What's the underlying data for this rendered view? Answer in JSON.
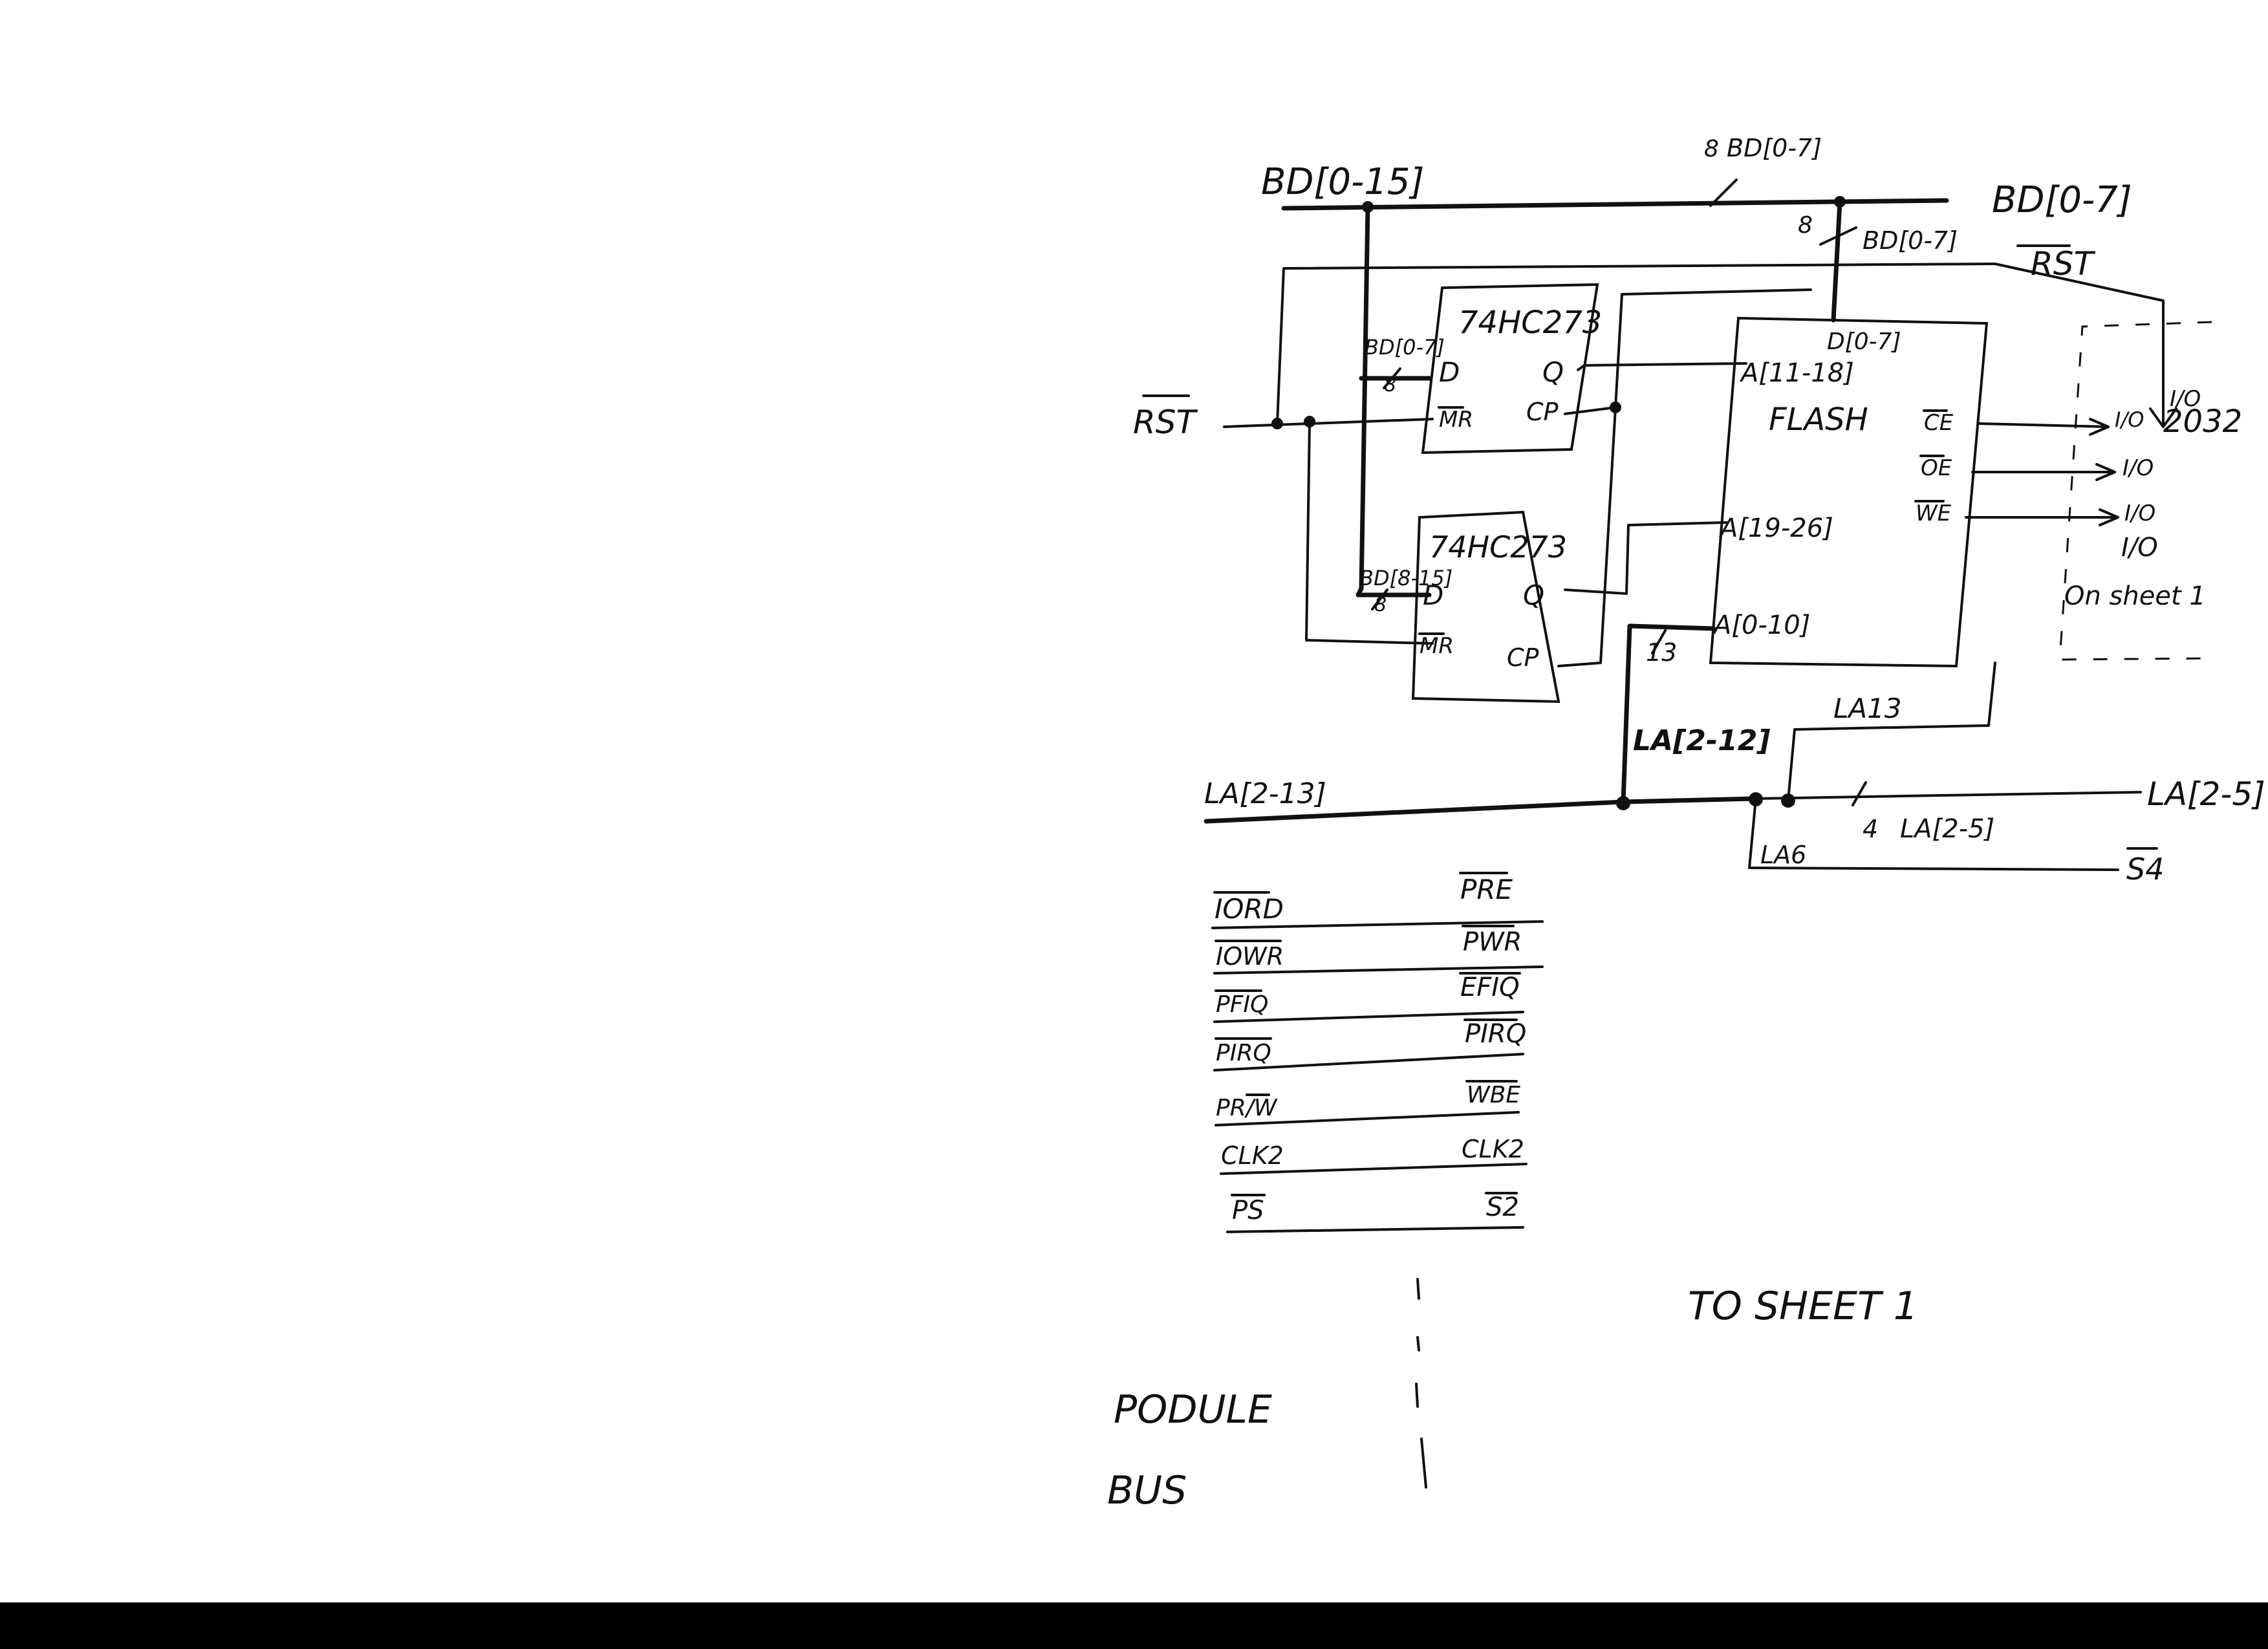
{
  "bus": {
    "bd_main": "BD[0-15]",
    "bd_top_width": "8",
    "bd_top": "BD[0-7]",
    "bd_right": "BD[0-7]",
    "bd_flash_width": "8",
    "bd_flash": "BD[0-7]",
    "rst_right": "RST",
    "rst_left": "RST",
    "la_main": "LA[2-13]",
    "la_flash": "LA[2-12]",
    "la13": "LA13",
    "la_right": "LA[2-5]",
    "la_tap_width": "4",
    "la_tap": "LA[2-5]",
    "la6": "LA6",
    "s4": "S4",
    "a_low_width": "13"
  },
  "chip_upper": {
    "part": "74HC273",
    "d": "D",
    "q": "Q",
    "mr": "MR",
    "cp": "CP",
    "bus_label": "BD[0-7]",
    "width": "8"
  },
  "chip_lower": {
    "part": "74HC273",
    "d": "D",
    "q": "Q",
    "mr": "MR",
    "cp": "CP",
    "bus_label": "BD[8-15]",
    "width": "8"
  },
  "flash": {
    "name": "FLASH",
    "data_pin": "D[0-7]",
    "a_high": "A[11-18]",
    "a_mid": "A[19-26]",
    "a_low": "A[0-10]",
    "ce": "CE",
    "oe": "OE",
    "we": "WE"
  },
  "cpld": {
    "part": "2032",
    "io_labels": [
      "I/O",
      "I/O",
      "I/O",
      "I/O",
      "I/O"
    ],
    "note": "On sheet 1"
  },
  "signal_table": [
    {
      "left": "IORD",
      "right": "PRE"
    },
    {
      "left": "IOWR",
      "right": "PWR"
    },
    {
      "left": "PFIQ",
      "right": "EFIQ"
    },
    {
      "left": "PIRQ",
      "right": "PIRQ"
    },
    {
      "left": "PR/W",
      "right": "WBE"
    },
    {
      "left": "CLK2",
      "right": "CLK2"
    },
    {
      "left": "PS",
      "right": "S2"
    }
  ],
  "footer": {
    "to_sheet": "TO SHEET 1",
    "podule": "PODULE",
    "bus": "BUS"
  }
}
